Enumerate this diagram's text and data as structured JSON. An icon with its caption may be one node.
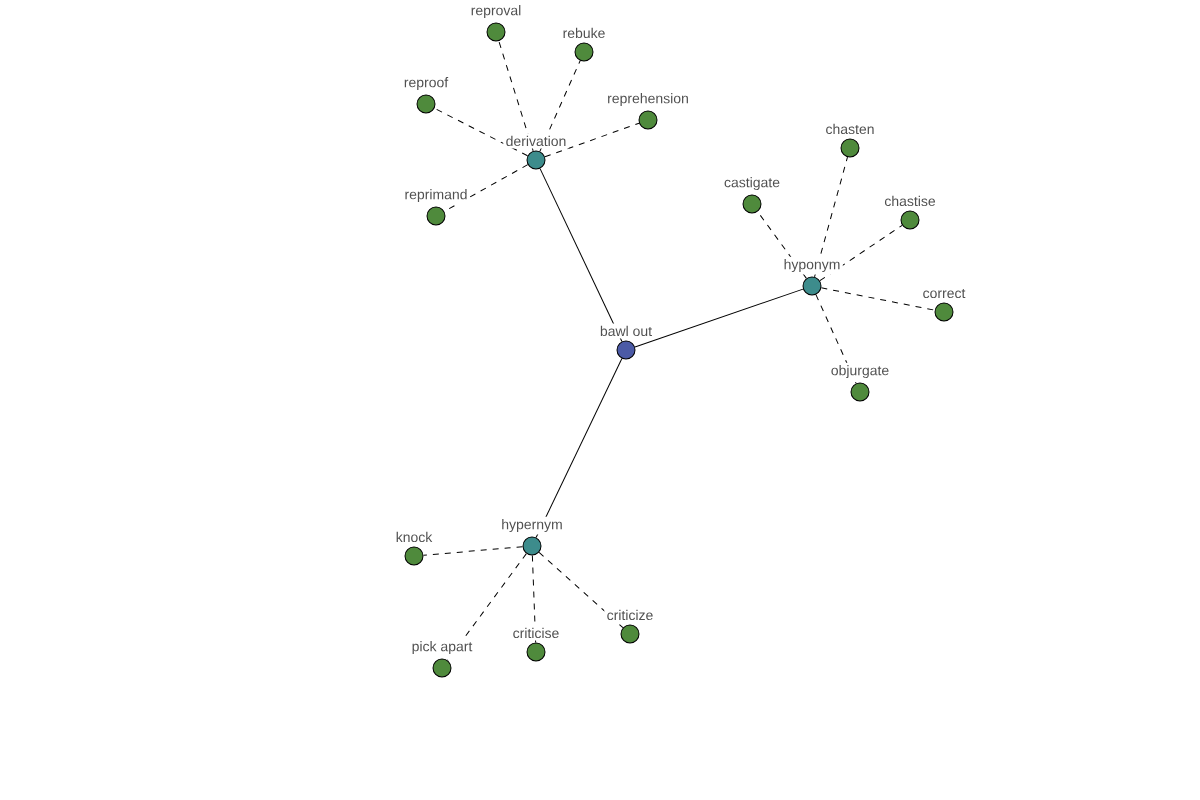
{
  "diagram": {
    "nodes": [
      {
        "text": [
          "bawl out"
        ]
      },
      {
        "text": [
          "derivation"
        ]
      },
      {
        "text": [
          "reproval"
        ]
      },
      {
        "text": [
          "rebuke"
        ]
      },
      {
        "text": [
          "reproof"
        ]
      },
      {
        "text": [
          "reprehension"
        ]
      },
      {
        "text": [
          "reprimand"
        ]
      },
      {
        "text": [
          "hyponym"
        ]
      },
      {
        "text": [
          "chasten"
        ]
      },
      {
        "text": [
          "castigate"
        ]
      },
      {
        "text": [
          "chastise"
        ]
      },
      {
        "text": [
          "correct"
        ]
      },
      {
        "text": [
          "objurgate"
        ]
      },
      {
        "text": [
          "hypernym"
        ]
      },
      {
        "text": [
          "knock"
        ]
      },
      {
        "text": [
          "pick apart"
        ]
      },
      {
        "text": [
          "criticise"
        ]
      },
      {
        "text": [
          "criticize"
        ]
      }
    ],
    "edges": [
      {
        "from": 0,
        "to": 1,
        "arrow": "none"
      },
      {
        "from": 0,
        "to": 7,
        "arrow": "none"
      },
      {
        "from": 0,
        "to": 13,
        "arrow": "none"
      },
      {
        "from": 1,
        "to": 2,
        "arrow": "none",
        "style": "dashed"
      },
      {
        "from": 1,
        "to": 3,
        "arrow": "none",
        "style": "dashed"
      },
      {
        "from": 1,
        "to": 4,
        "arrow": "none",
        "style": "dashed"
      },
      {
        "from": 1,
        "to": 5,
        "arrow": "none",
        "style": "dashed"
      },
      {
        "from": 1,
        "to": 6,
        "arrow": "none",
        "style": "dashed"
      },
      {
        "from": 7,
        "to": 8,
        "arrow": "none",
        "style": "dashed"
      },
      {
        "from": 7,
        "to": 9,
        "arrow": "none",
        "style": "dashed"
      },
      {
        "from": 7,
        "to": 10,
        "arrow": "none",
        "style": "dashed"
      },
      {
        "from": 7,
        "to": 11,
        "arrow": "none",
        "style": "dashed"
      },
      {
        "from": 7,
        "to": 12,
        "arrow": "none",
        "style": "dashed"
      },
      {
        "from": 13,
        "to": 14,
        "arrow": "none",
        "style": "dashed"
      },
      {
        "from": 13,
        "to": 15,
        "arrow": "none",
        "style": "dashed"
      },
      {
        "from": 13,
        "to": 16,
        "arrow": "none",
        "style": "dashed"
      },
      {
        "from": 13,
        "to": 17,
        "arrow": "none",
        "style": "dashed"
      }
    ]
  }
}
